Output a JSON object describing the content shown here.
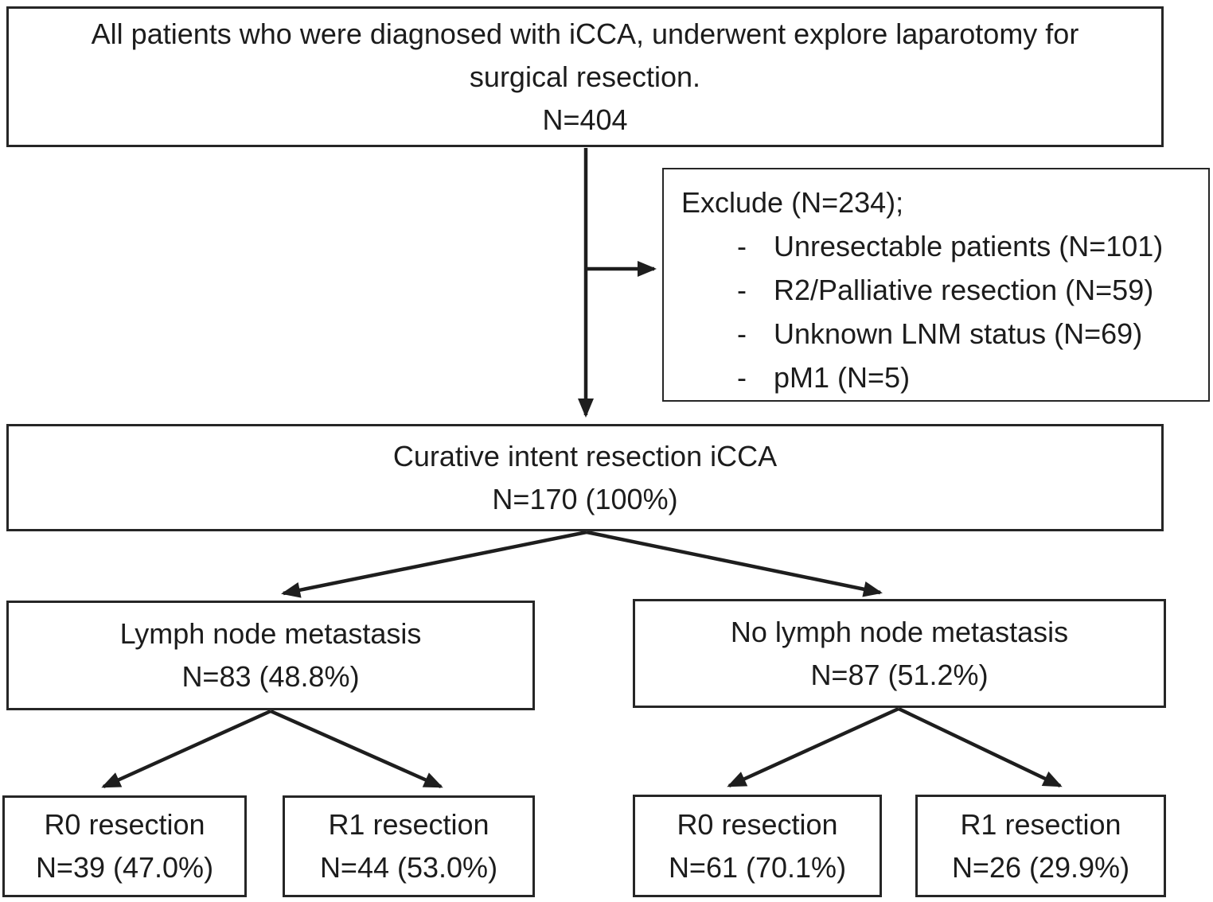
{
  "figure": {
    "background": "#ffffff",
    "line_color": "#1e1e1e",
    "border_color": "#262626",
    "text_color": "#1c1c1c"
  },
  "boxes": {
    "all_patients": {
      "lines": [
        "All patients who were diagnosed with iCCA, underwent explore laparotomy for",
        "surgical resection.",
        "N=404"
      ]
    },
    "exclude": {
      "title": "Exclude (N=234);",
      "bullet": "-",
      "items": [
        "Unresectable patients (N=101)",
        "R2/Palliative resection (N=59)",
        "Unknown LNM status (N=69)",
        "pM1 (N=5)"
      ]
    },
    "curative": {
      "lines": [
        "Curative intent resection iCCA",
        "N=170 (100%)"
      ]
    },
    "lnm": {
      "lines": [
        "Lymph node metastasis",
        "N=83 (48.8%)"
      ]
    },
    "no_lnm": {
      "lines": [
        "No lymph node metastasis",
        "N=87 (51.2%)"
      ]
    },
    "lnm_r0": {
      "lines": [
        "R0 resection",
        "N=39 (47.0%)"
      ]
    },
    "lnm_r1": {
      "lines": [
        "R1 resection",
        "N=44 (53.0%)"
      ]
    },
    "no_lnm_r0": {
      "lines": [
        "R0 resection",
        "N=61 (70.1%)"
      ]
    },
    "no_lnm_r1": {
      "lines": [
        "R1 resection",
        "N=26 (29.9%)"
      ]
    }
  }
}
